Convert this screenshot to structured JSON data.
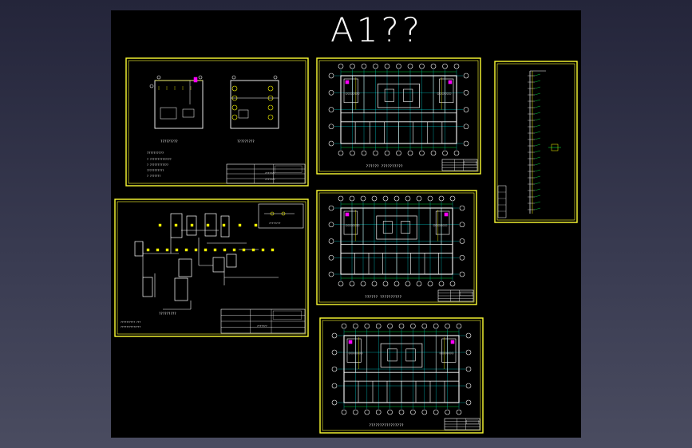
{
  "title": "A1??",
  "colors": {
    "frame": "#ffff33",
    "wall": "#ffffff",
    "grid": "#00ffff",
    "pipe": "#ffff00",
    "accent": "#ff00ff",
    "green": "#00ff44",
    "background": "#000000"
  },
  "sheets": [
    {
      "name": "sheet-toilet-detail",
      "labels": [
        "?????????",
        "?????????"
      ],
      "notes": [
        "??????????",
        "???????????"
      ]
    },
    {
      "name": "sheet-floor-plan-1",
      "caption": "?????? ??????????"
    },
    {
      "name": "sheet-riser",
      "caption": ""
    },
    {
      "name": "sheet-system-diagram",
      "caption": "?????????"
    },
    {
      "name": "sheet-floor-plan-2",
      "caption": "?????? ??????????"
    },
    {
      "name": "sheet-floor-plan-3",
      "caption": "????????????????"
    }
  ],
  "title_block": {
    "project": "???????",
    "sheet": "???????"
  }
}
